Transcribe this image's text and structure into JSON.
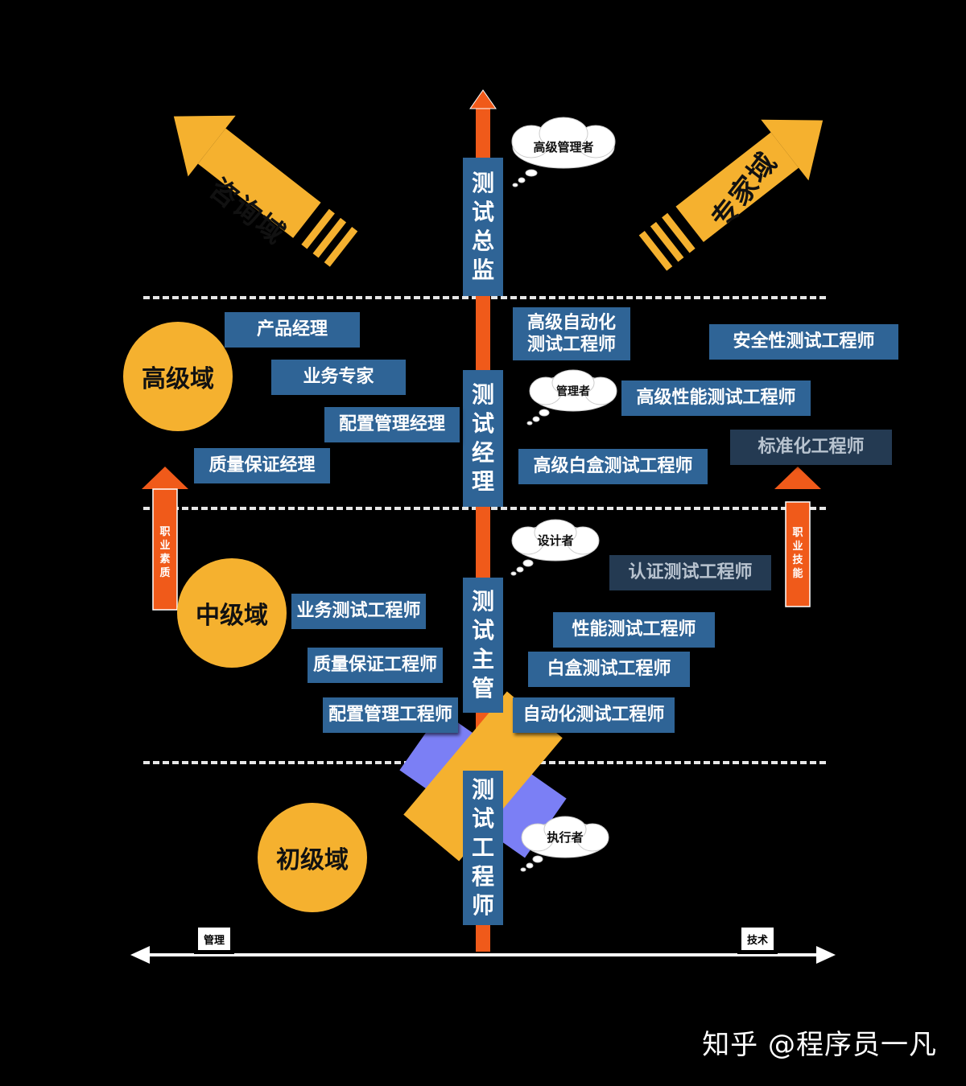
{
  "top_arrows": {
    "consult": "咨询域",
    "expert": "专家域"
  },
  "domains": {
    "senior": "高级域",
    "middle": "中级域",
    "junior": "初级域"
  },
  "main_axis": {
    "director": "测试总监",
    "manager": "测试经理",
    "supervisor": "测试主管",
    "engineer": "测试工程师"
  },
  "clouds": {
    "senior_manager": "高级管理者",
    "manager": "管理者",
    "designer": "设计者",
    "executor": "执行者"
  },
  "left_roles_senior": [
    "产品经理",
    "业务专家",
    "配置管理经理",
    "质量保证经理"
  ],
  "left_roles_middle": [
    "业务测试工程师",
    "质量保证工程师",
    "配置管理工程师"
  ],
  "right_roles_senior": {
    "auto_senior": "高级自动化测试工程师",
    "security": "安全性测试工程师",
    "perf_senior": "高级性能测试工程师",
    "standard": "标准化工程师",
    "whitebox_senior": "高级白盒测试工程师"
  },
  "right_roles_middle": {
    "cert": "认证测试工程师",
    "perf": "性能测试工程师",
    "whitebox": "白盒测试工程师",
    "auto": "自动化测试工程师"
  },
  "side_arrows": {
    "left": "职业素质",
    "right": "职业技能"
  },
  "axis_labels": {
    "left": "管理",
    "right": "技术"
  },
  "watermark": "知乎 @程序员一凡",
  "colors": {
    "background": "#000000",
    "role_box": "#2f6496",
    "role_box_dim": "#243a52",
    "domain_circle": "#f5b12f",
    "axis_line": "#f05a1a",
    "diag_arrow": "#f5b12f",
    "block_purple": "#7b7ff5",
    "block_yellow": "#f5b12f"
  }
}
